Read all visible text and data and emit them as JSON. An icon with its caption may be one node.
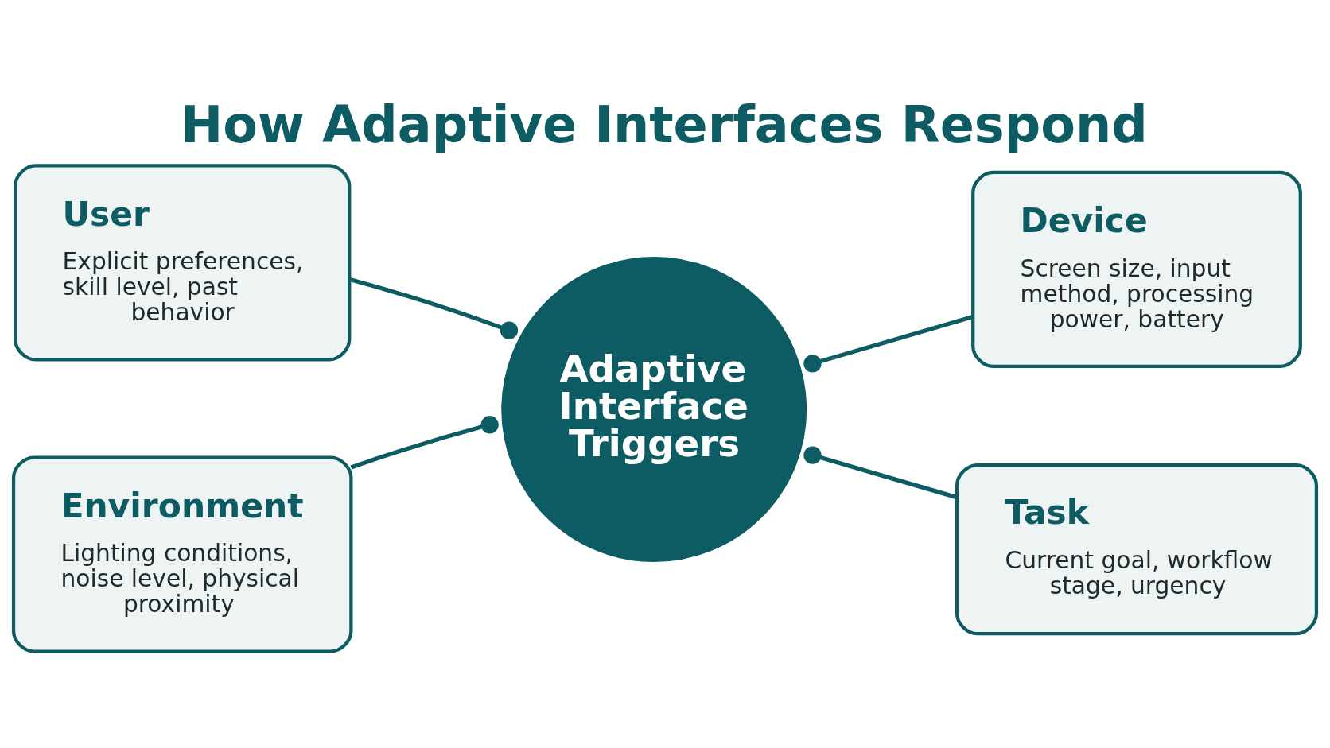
{
  "diagram": {
    "title": "How Adaptive Interfaces Respond",
    "nodes": [
      {
        "text": [
          "User",
          "Explicit preferences, skill level, past behavior"
        ]
      },
      {
        "text": [
          "Device",
          "Screen size, input method, processing power, battery"
        ]
      },
      {
        "text": [
          "Adaptive Interface Triggers"
        ]
      },
      {
        "text": [
          "Environment",
          "Lighting conditions, noise level, physical proximity"
        ]
      },
      {
        "text": [
          "Task",
          "Current goal, workflow stage, urgency"
        ]
      }
    ],
    "edges": [
      {
        "from": 2,
        "to": 0,
        "arrow": "other"
      },
      {
        "from": 2,
        "to": 1,
        "arrow": "other"
      },
      {
        "from": 2,
        "to": 3,
        "arrow": "other"
      },
      {
        "from": 2,
        "to": 4,
        "arrow": "other"
      }
    ]
  }
}
